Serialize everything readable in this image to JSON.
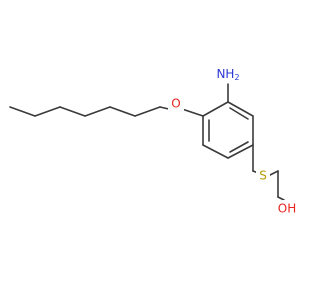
{
  "structure": {
    "atoms": [
      {
        "id": "o_ether",
        "label": "O",
        "color": "#e8251f"
      },
      {
        "id": "n_amino",
        "label": "NH2",
        "color": "#2c37d4",
        "subscript": "2",
        "base": "NH"
      },
      {
        "id": "s_thio",
        "label": "S",
        "color": "#b59a05"
      },
      {
        "id": "o_hydroxyl",
        "label": "OH",
        "color": "#e8251f"
      }
    ]
  }
}
